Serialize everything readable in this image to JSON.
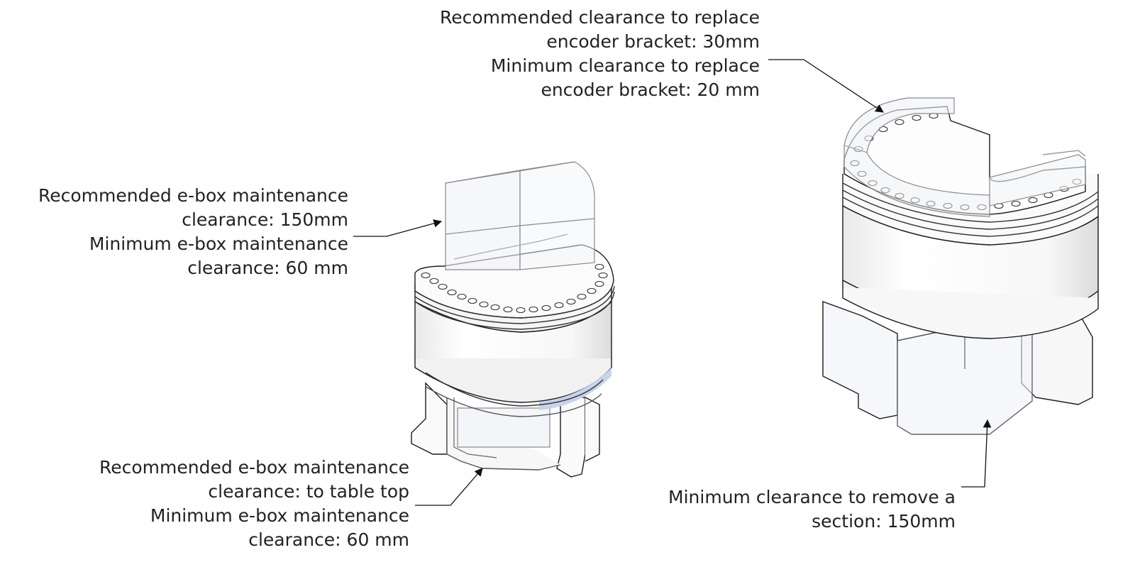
{
  "callouts": {
    "encoder_bracket": {
      "lines": [
        "Recommended clearance to replace",
        "encoder bracket: 30mm",
        "Minimum clearance to replace",
        "encoder bracket: 20 mm"
      ]
    },
    "ebox_top": {
      "lines": [
        "Recommended e-box maintenance",
        "clearance: 150mm",
        "Minimum e-box maintenance",
        "clearance: 60 mm"
      ]
    },
    "ebox_bottom": {
      "lines": [
        "Recommended e-box maintenance",
        "clearance: to table top",
        "Minimum e-box maintenance",
        "clearance: 60 mm"
      ]
    },
    "section_remove": {
      "lines": [
        "Minimum clearance to remove a",
        "section: 150mm"
      ]
    }
  },
  "colors": {
    "line": "#1a1a1a",
    "body_fill": "#f4f4f4",
    "ghost_fill": "#eef1f6",
    "ghost_stroke": "#8a8a8a",
    "accent_band": "#c7d3ea"
  }
}
